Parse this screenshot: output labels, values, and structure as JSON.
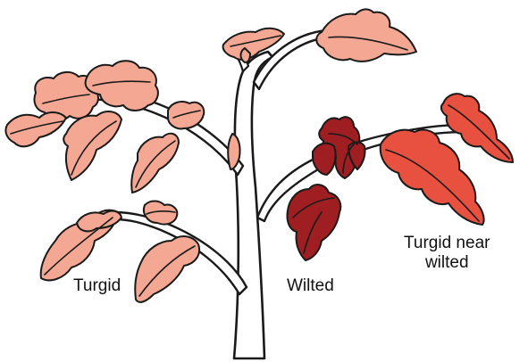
{
  "labels": {
    "turgid": "Turgid",
    "wilted": "Wilted",
    "near_wilted_line1": "Turgid near",
    "near_wilted_line2": "wilted"
  },
  "colors": {
    "stem_fill": "#ffffff",
    "outline": "#1a1a1a",
    "turgid_leaf": "#f4a893",
    "near_wilted_leaf": "#e8503f",
    "wilted_leaf": "#9e1e22",
    "vein": "#1a1a1a",
    "background": "#ffffff"
  }
}
